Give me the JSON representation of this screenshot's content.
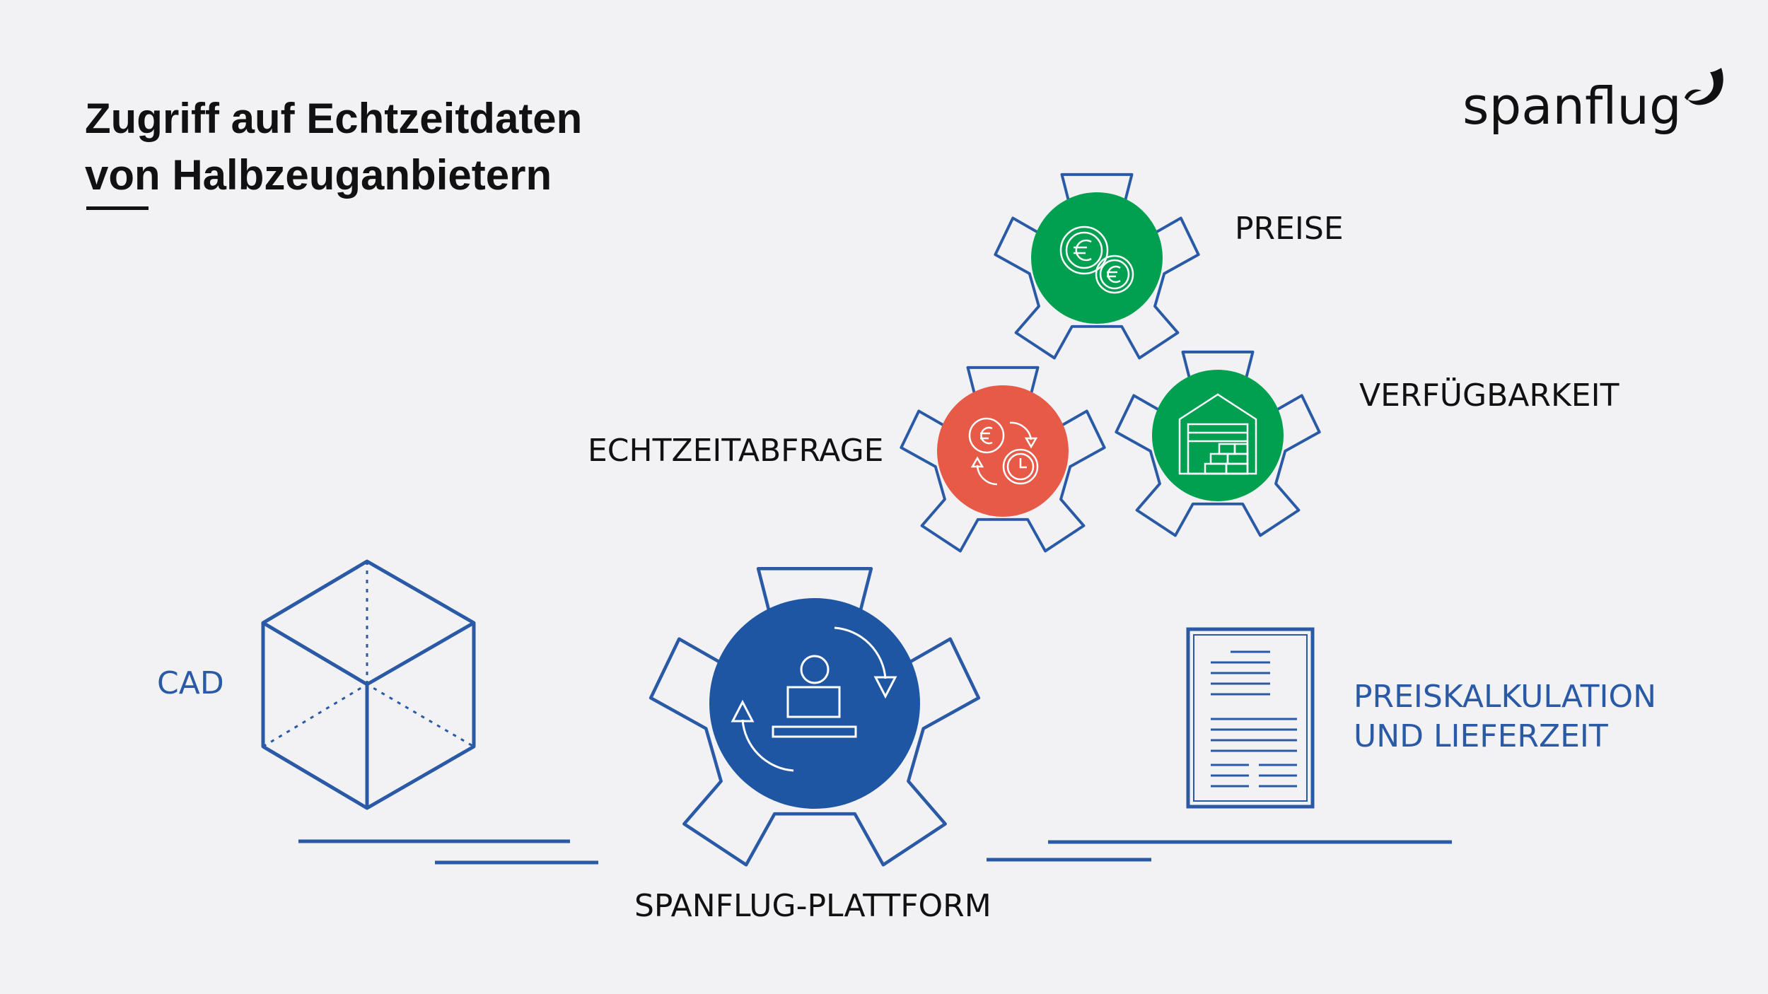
{
  "title": {
    "line1": "Zugriff auf Echtzeitdaten",
    "line2": "von Halbzeuganbietern"
  },
  "logo": {
    "text": "spanflug"
  },
  "labels": {
    "preise": "PREISE",
    "verfuegbarkeit": "VERFÜGBARKEIT",
    "echtzeitabfrage": "ECHTZEITABFRAGE",
    "cad": "CAD",
    "plattform": "SPANFLUG-PLATTFORM",
    "preiskalkulation_line1": "PREISKALKULATION",
    "preiskalkulation_line2": "UND LIEFERZEIT"
  },
  "colors": {
    "gear_outline": "#2a5aa6",
    "green": "#00a050",
    "red": "#e85a48",
    "blue": "#1f56a3",
    "dark": "#111111"
  },
  "icons": {
    "preise": "euro-coins-icon",
    "echtzeitabfrage": "exchange-clock-icon",
    "verfuegbarkeit": "warehouse-icon",
    "plattform": "user-workstation-icon",
    "cad": "cube-icon",
    "preiskalkulation": "document-icon"
  }
}
